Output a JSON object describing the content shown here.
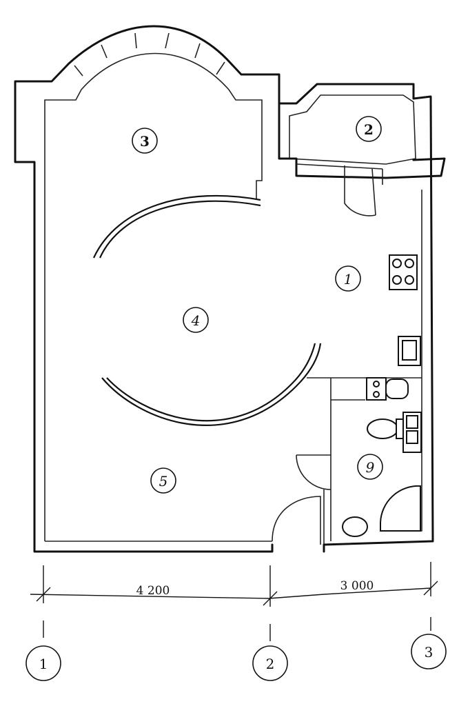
{
  "rooms": {
    "r1": "1",
    "r2": "2",
    "r3": "3",
    "r4": "4",
    "r5": "5",
    "r9": "9"
  },
  "dimensions": {
    "d1": "4 200",
    "d2": "3 000"
  },
  "axes": {
    "a1": "1",
    "a2": "2",
    "a3": "3"
  }
}
